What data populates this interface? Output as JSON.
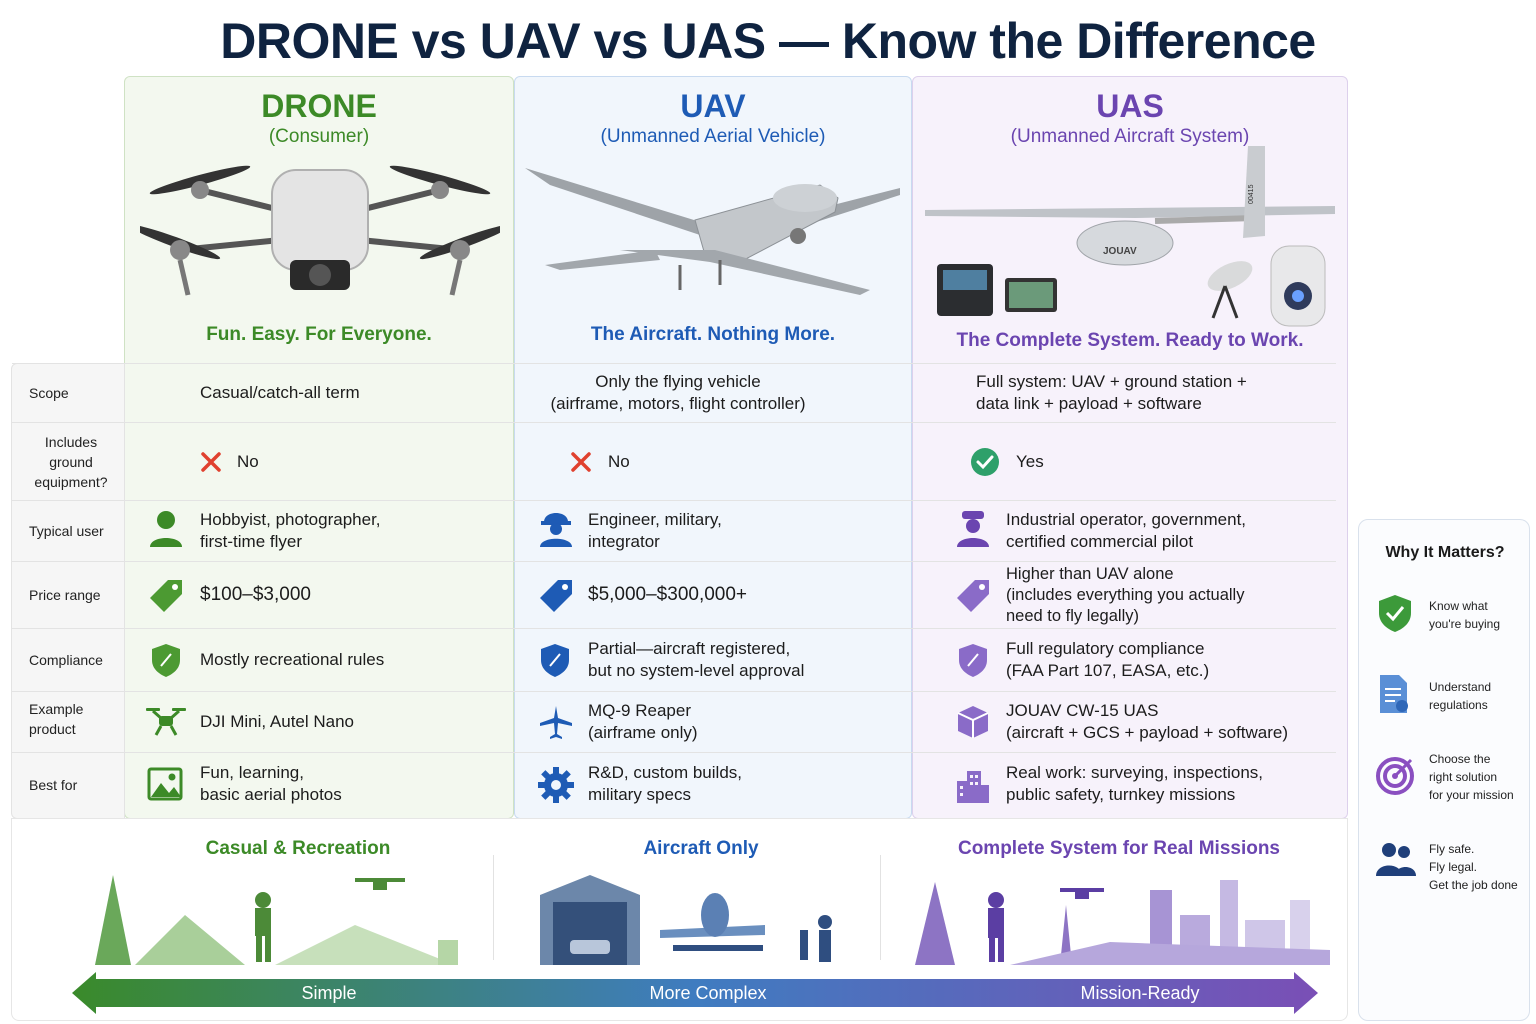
{
  "title": "DRONE vs UAV vs UAS — Know the Difference",
  "columns": {
    "drone": {
      "name": "DRONE",
      "subtitle": "(Consumer)",
      "tagline": "Fun. Easy. For Everyone.",
      "color": "#3c8a27"
    },
    "uav": {
      "name": "UAV",
      "subtitle": "(Unmanned Aerial Vehicle)",
      "tagline": "The Aircraft. Nothing More.",
      "color": "#1e5bb5"
    },
    "uas": {
      "name": "UAS",
      "subtitle": "(Unmanned Aircraft System)",
      "tagline": "The Complete System. Ready to Work.",
      "color": "#6b45b0",
      "aircraft_marking": "JOUAV",
      "tail_marking": "00415"
    }
  },
  "rows": [
    {
      "label": "Scope",
      "drone": "Casual/catch-all term",
      "uav": "Only the flying vehicle\n(airframe, motors, flight controller)",
      "uas": "Full system: UAV + ground station +\ndata link + payload + software"
    },
    {
      "label": "Includes\nground\nequipment?",
      "drone": "No",
      "uav": "No",
      "uas": "Yes",
      "icons": [
        "cross-icon",
        "cross-icon",
        "check-icon"
      ]
    },
    {
      "label": "Typical user",
      "drone": "Hobbyist, photographer,\nfirst-time flyer",
      "uav": "Engineer, military,\nintegrator",
      "uas": "Industrial operator, government,\ncertified commercial pilot",
      "icons": [
        "person-icon",
        "hardhat-worker-icon",
        "pilot-icon"
      ]
    },
    {
      "label": "Price range",
      "drone": "$100–$3,000",
      "uav": "$5,000–$300,000+",
      "uas": "Higher than UAV alone\n(includes everything you actually\nneed to fly legally)",
      "icons": [
        "price-tag-icon",
        "price-tag-icon",
        "price-tag-icon"
      ]
    },
    {
      "label": "Compliance",
      "drone": "Mostly recreational rules",
      "uav": "Partial—aircraft registered,\nbut no system-level approval",
      "uas": "Full regulatory compliance\n(FAA Part 107, EASA, etc.)",
      "icons": [
        "shield-icon",
        "shield-icon",
        "shield-icon"
      ]
    },
    {
      "label": "Example\nproduct",
      "drone": "DJI Mini, Autel Nano",
      "uav": "MQ-9 Reaper\n(airframe only)",
      "uas": "JOUAV CW-15 UAS\n(aircraft + GCS + payload + software)",
      "icons": [
        "quadcopter-icon",
        "airplane-icon",
        "package-box-icon"
      ]
    },
    {
      "label": "Best for",
      "drone": "Fun, learning,\nbasic aerial photos",
      "uav": "R&D, custom builds,\nmilitary specs",
      "uas": "Real work: surveying, inspections,\npublic safety, turnkey missions",
      "icons": [
        "image-icon",
        "gear-icon",
        "buildings-icon"
      ]
    }
  ],
  "why": {
    "title": "Why It Matters?",
    "items": [
      {
        "text": "Know what\nyou're buying",
        "icon": "shield-check-icon"
      },
      {
        "text": "Understand\nregulations",
        "icon": "document-icon"
      },
      {
        "text": "Choose the\nright solution\nfor your mission",
        "icon": "target-icon"
      },
      {
        "text": "Fly safe.\nFly legal.\nGet the job done",
        "icon": "team-icon"
      }
    ]
  },
  "scenes": {
    "drone": "Casual & Recreation",
    "uav": "Aircraft Only",
    "uas": "Complete System for Real Missions"
  },
  "scale": {
    "left": "Simple",
    "middle": "More Complex",
    "right": "Mission-Ready"
  }
}
